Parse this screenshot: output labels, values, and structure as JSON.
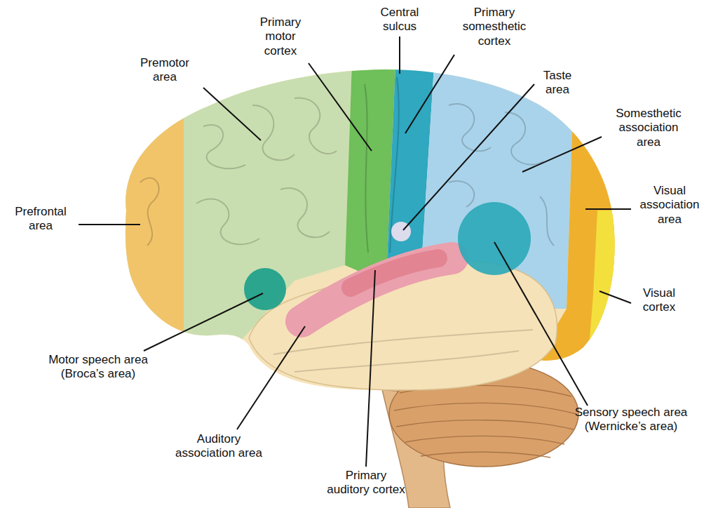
{
  "diagram": {
    "labels": [
      "Primary motor cortex",
      "Central sulcus",
      "Primary somesthetic cortex",
      "Premotor area",
      "Taste area",
      "Somesthetic association area",
      "Prefrontal area",
      "Visual association area",
      "Visual cortex",
      "Motor speech area (Broca’s area)",
      "Auditory association area",
      "Primary auditory cortex",
      "Sensory speech area (Wernicke’s area)"
    ]
  }
}
